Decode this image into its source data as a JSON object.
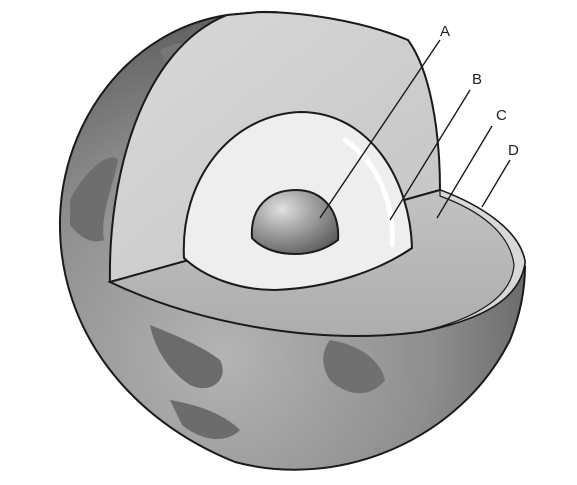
{
  "labels": {
    "a": "A",
    "b": "B",
    "c": "C",
    "d": "D"
  },
  "colors": {
    "background": "#ffffff",
    "outline": "#1a1a1a",
    "sphere_surface": "#8f8f8f",
    "continents": "#6e6e6e",
    "mantle_cut": "#d2d2d2",
    "outer_core": "#ececec",
    "inner_core": "#8a8a8a",
    "lower_cut": "#b9b9b9"
  }
}
